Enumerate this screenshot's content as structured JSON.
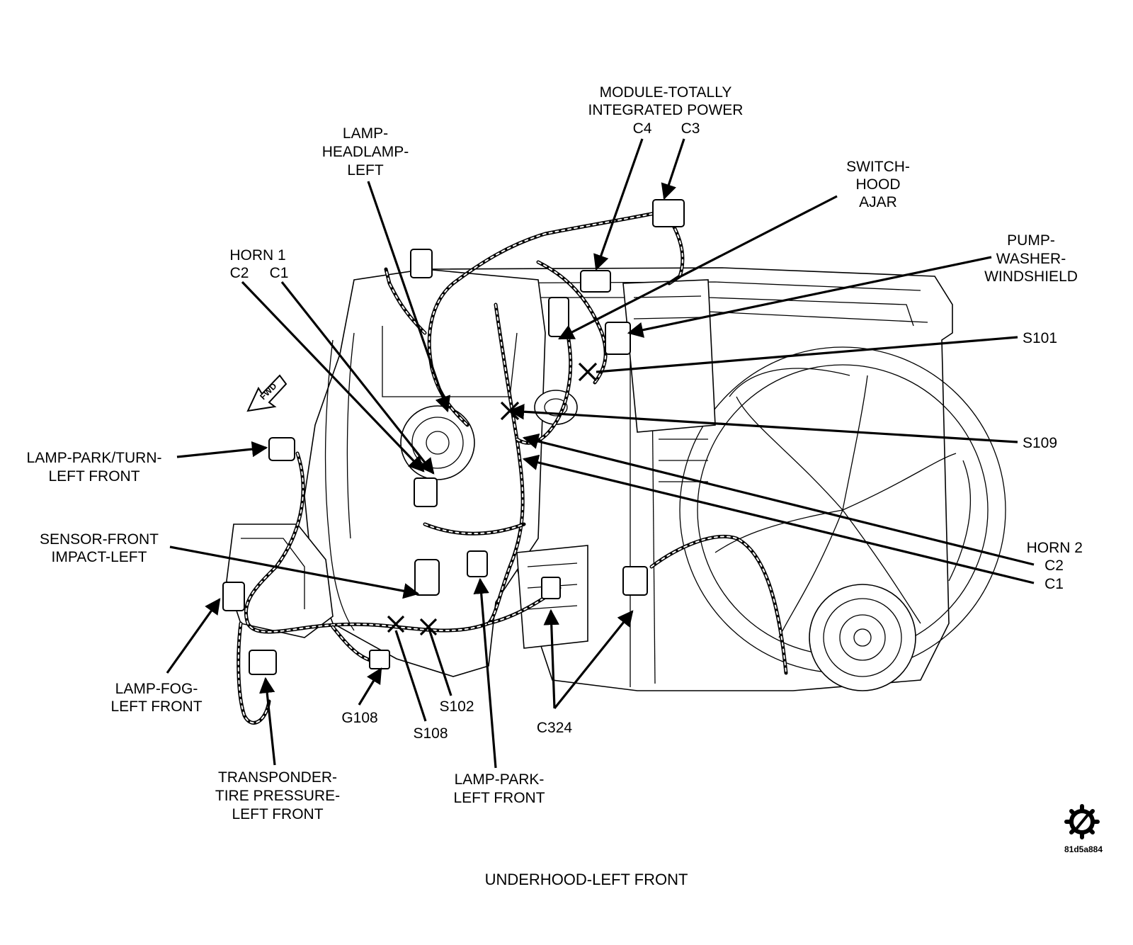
{
  "caption": "UNDERHOOD-LEFT FRONT",
  "figure_id": "81d5a884",
  "fwd_label": "FWD",
  "colors": {
    "line": "#000000",
    "background": "#ffffff"
  },
  "icons": {
    "corner_logo": "gear-wrench-icon",
    "direction": "fwd-arrow-icon"
  },
  "labels": {
    "module_tip": [
      "MODULE-TOTALLY",
      "INTEGRATED POWER"
    ],
    "module_c4": "C4",
    "module_c3": "C3",
    "headlamp": [
      "LAMP-",
      "HEADLAMP-",
      "LEFT"
    ],
    "hood_switch": [
      "SWITCH-",
      "HOOD",
      "AJAR"
    ],
    "washer_pump": [
      "PUMP-",
      "WASHER-",
      "WINDSHIELD"
    ],
    "horn1": "HORN 1",
    "horn1_c2": "C2",
    "horn1_c1": "C1",
    "s101": "S101",
    "s109": "S109",
    "park_turn": [
      "LAMP-PARK/TURN-",
      "LEFT FRONT"
    ],
    "horn2": "HORN 2",
    "horn2_c2": "C2",
    "horn2_c1": "C1",
    "impact_sensor": [
      "SENSOR-FRONT",
      "IMPACT-LEFT"
    ],
    "fog_lamp": [
      "LAMP-FOG-",
      "LEFT FRONT"
    ],
    "s102": "S102",
    "g108": "G108",
    "s108": "S108",
    "c324": "C324",
    "park_lamp": [
      "LAMP-PARK-",
      "LEFT FRONT"
    ],
    "tpms": [
      "TRANSPONDER-",
      "TIRE PRESSURE-",
      "LEFT FRONT"
    ]
  }
}
